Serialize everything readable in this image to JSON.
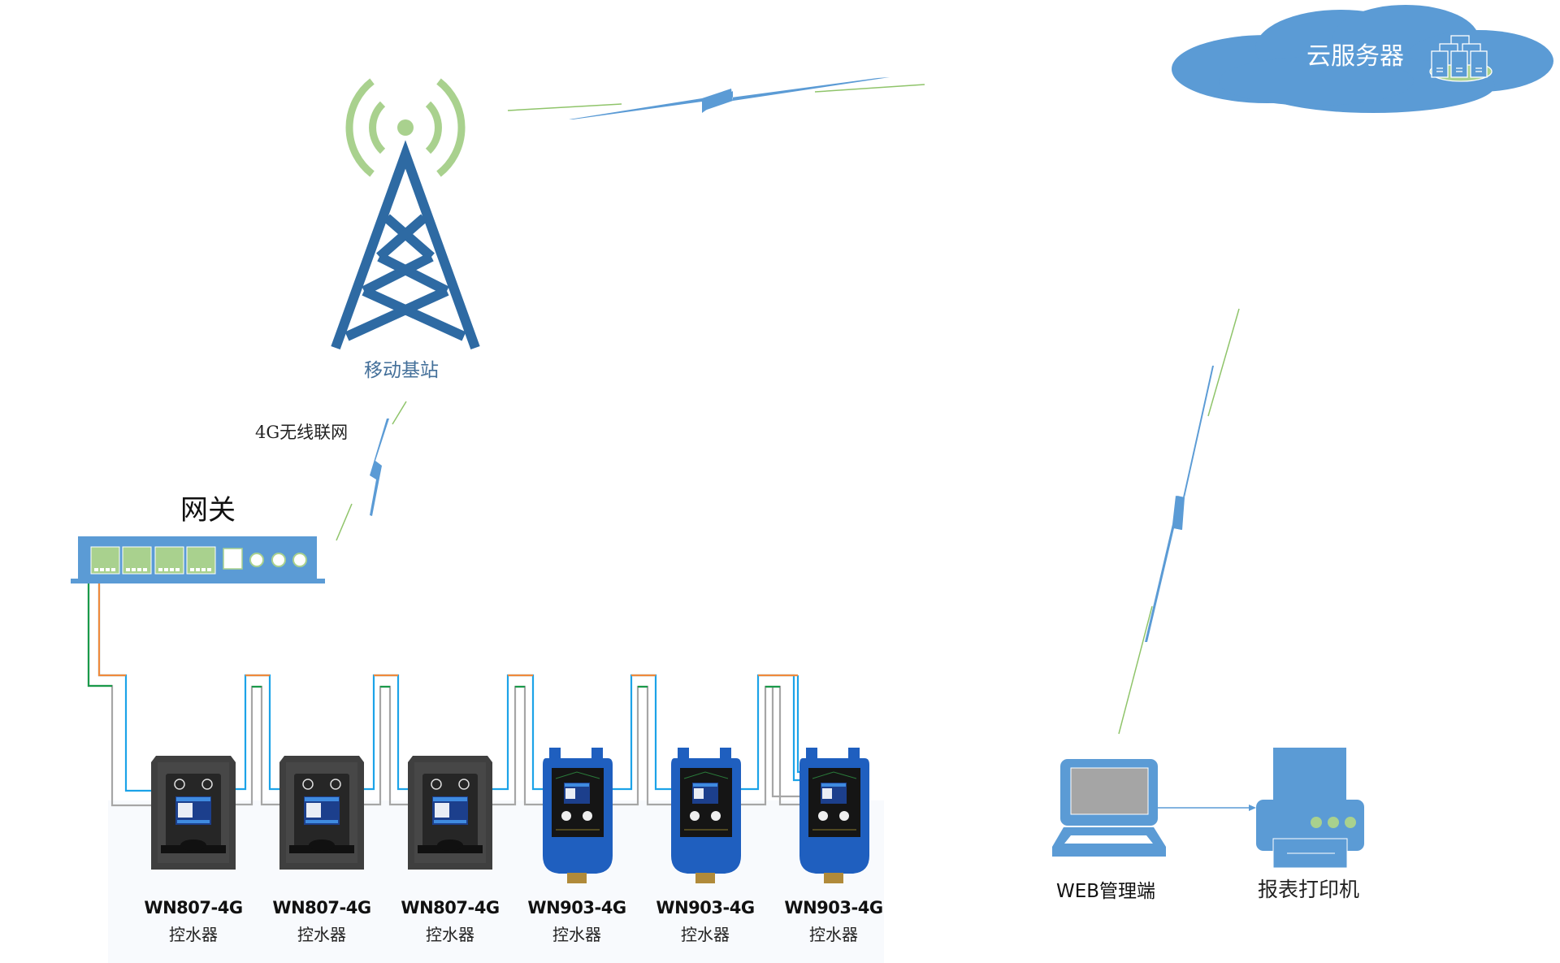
{
  "title": "4G控水器系统拓扑图",
  "cloud": {
    "label": "云服务器",
    "icon": "server-cluster-icon"
  },
  "tower": {
    "label": "移动基站",
    "icon": "cell-tower-icon"
  },
  "link_label": "4G无线联网",
  "gateway": {
    "label": "网关",
    "ports": 4,
    "leds": 3
  },
  "devices": [
    {
      "model": "WN807-4G",
      "kind": "控水器",
      "type": "card"
    },
    {
      "model": "WN807-4G",
      "kind": "控水器",
      "type": "card"
    },
    {
      "model": "WN807-4G",
      "kind": "控水器",
      "type": "card"
    },
    {
      "model": "WN903-4G",
      "kind": "控水器",
      "type": "meter"
    },
    {
      "model": "WN903-4G",
      "kind": "控水器",
      "type": "meter"
    },
    {
      "model": "WN903-4G",
      "kind": "控水器",
      "type": "meter"
    }
  ],
  "web_client": {
    "label": "WEB管理端",
    "icon": "laptop-icon"
  },
  "printer": {
    "label": "报表打印机",
    "icon": "printer-icon"
  },
  "colors": {
    "primary_blue": "#5b9bd5",
    "tower_blue": "#2e6aa3",
    "signal_green": "#a9d18e",
    "wire_blue": "#1ca3e8",
    "wire_orange": "#f08a3c",
    "wire_green": "#1a9a4a",
    "wire_gray": "#a6a6a6",
    "device_dark": "#3f3f3f",
    "device_blue": "#1f5fbf"
  }
}
